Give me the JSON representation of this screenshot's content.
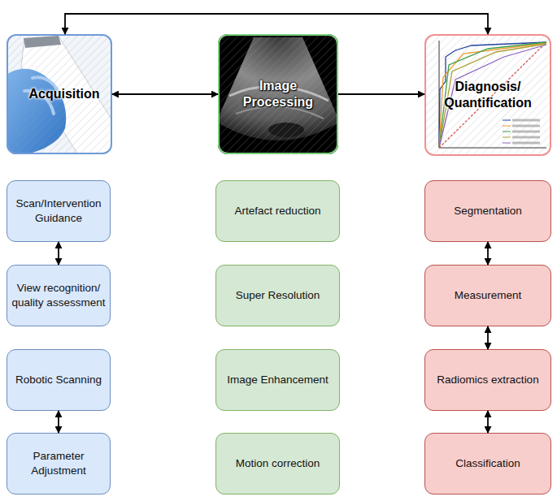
{
  "diagram": {
    "nodes": [
      {
        "text": [
          "Acquisition"
        ]
      },
      {
        "text": [
          "Image Processing"
        ]
      },
      {
        "text": [
          "Diagnosis/ Quantification"
        ]
      },
      {
        "text": [
          "Scan/Intervention Guidance"
        ]
      },
      {
        "text": [
          "View recognition/ quality assessment"
        ]
      },
      {
        "text": [
          "Robotic Scanning"
        ]
      },
      {
        "text": [
          "Parameter Adjustment"
        ]
      },
      {
        "text": [
          "Artefact reduction"
        ]
      },
      {
        "text": [
          "Super Resolution"
        ]
      },
      {
        "text": [
          "Image Enhancement"
        ]
      },
      {
        "text": [
          "Motion correction"
        ]
      },
      {
        "text": [
          "Segmentation"
        ]
      },
      {
        "text": [
          "Measurement"
        ]
      },
      {
        "text": [
          "Radiomics extraction"
        ]
      },
      {
        "text": [
          "Classification"
        ]
      }
    ],
    "edges": [
      {
        "from": 0,
        "to": 2,
        "arrow": "both"
      },
      {
        "from": 0,
        "to": 1,
        "arrow": "both"
      },
      {
        "from": 1,
        "to": 2,
        "arrow": "to"
      },
      {
        "from": 3,
        "to": 4,
        "arrow": "both"
      },
      {
        "from": 5,
        "to": 6,
        "arrow": "both"
      },
      {
        "from": 11,
        "to": 12,
        "arrow": "both"
      },
      {
        "from": 12,
        "to": 13,
        "arrow": "both"
      },
      {
        "from": 13,
        "to": 14,
        "arrow": "both"
      }
    ]
  }
}
